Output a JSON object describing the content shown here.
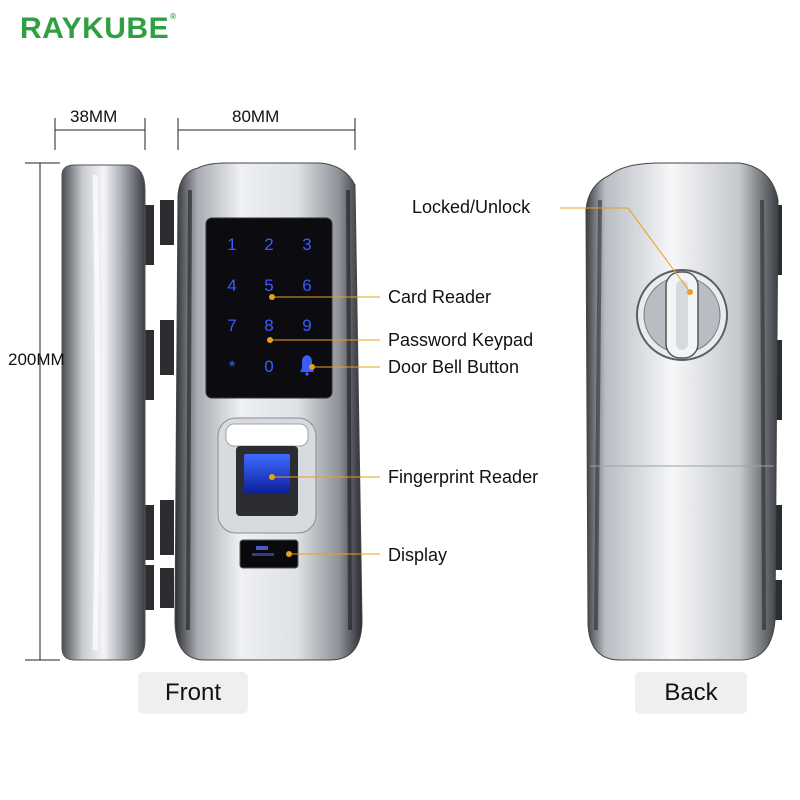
{
  "brand": {
    "name": "RAYKUBE",
    "mark": "®",
    "color": "#2fa041"
  },
  "dimensions": {
    "depth": "38MM",
    "width": "80MM",
    "height": "200MM"
  },
  "keypad": {
    "keys": [
      "1",
      "2",
      "3",
      "4",
      "5",
      "6",
      "7",
      "8",
      "9",
      "*",
      "0",
      "bell"
    ]
  },
  "callouts": {
    "card_reader": "Card Reader",
    "password_keypad": "Password Keypad",
    "door_bell_button": "Door Bell Button",
    "fingerprint_reader": "Fingerprint Reader",
    "display": "Display",
    "locked_unlock": "Locked/Unlock"
  },
  "views": {
    "front": "Front",
    "back": "Back"
  },
  "colors": {
    "callout_line": "#e8a020",
    "keypad_glow": "#3a5cff",
    "fingerprint": "#2a4cff"
  },
  "icons": {
    "bell": "bell-icon"
  }
}
